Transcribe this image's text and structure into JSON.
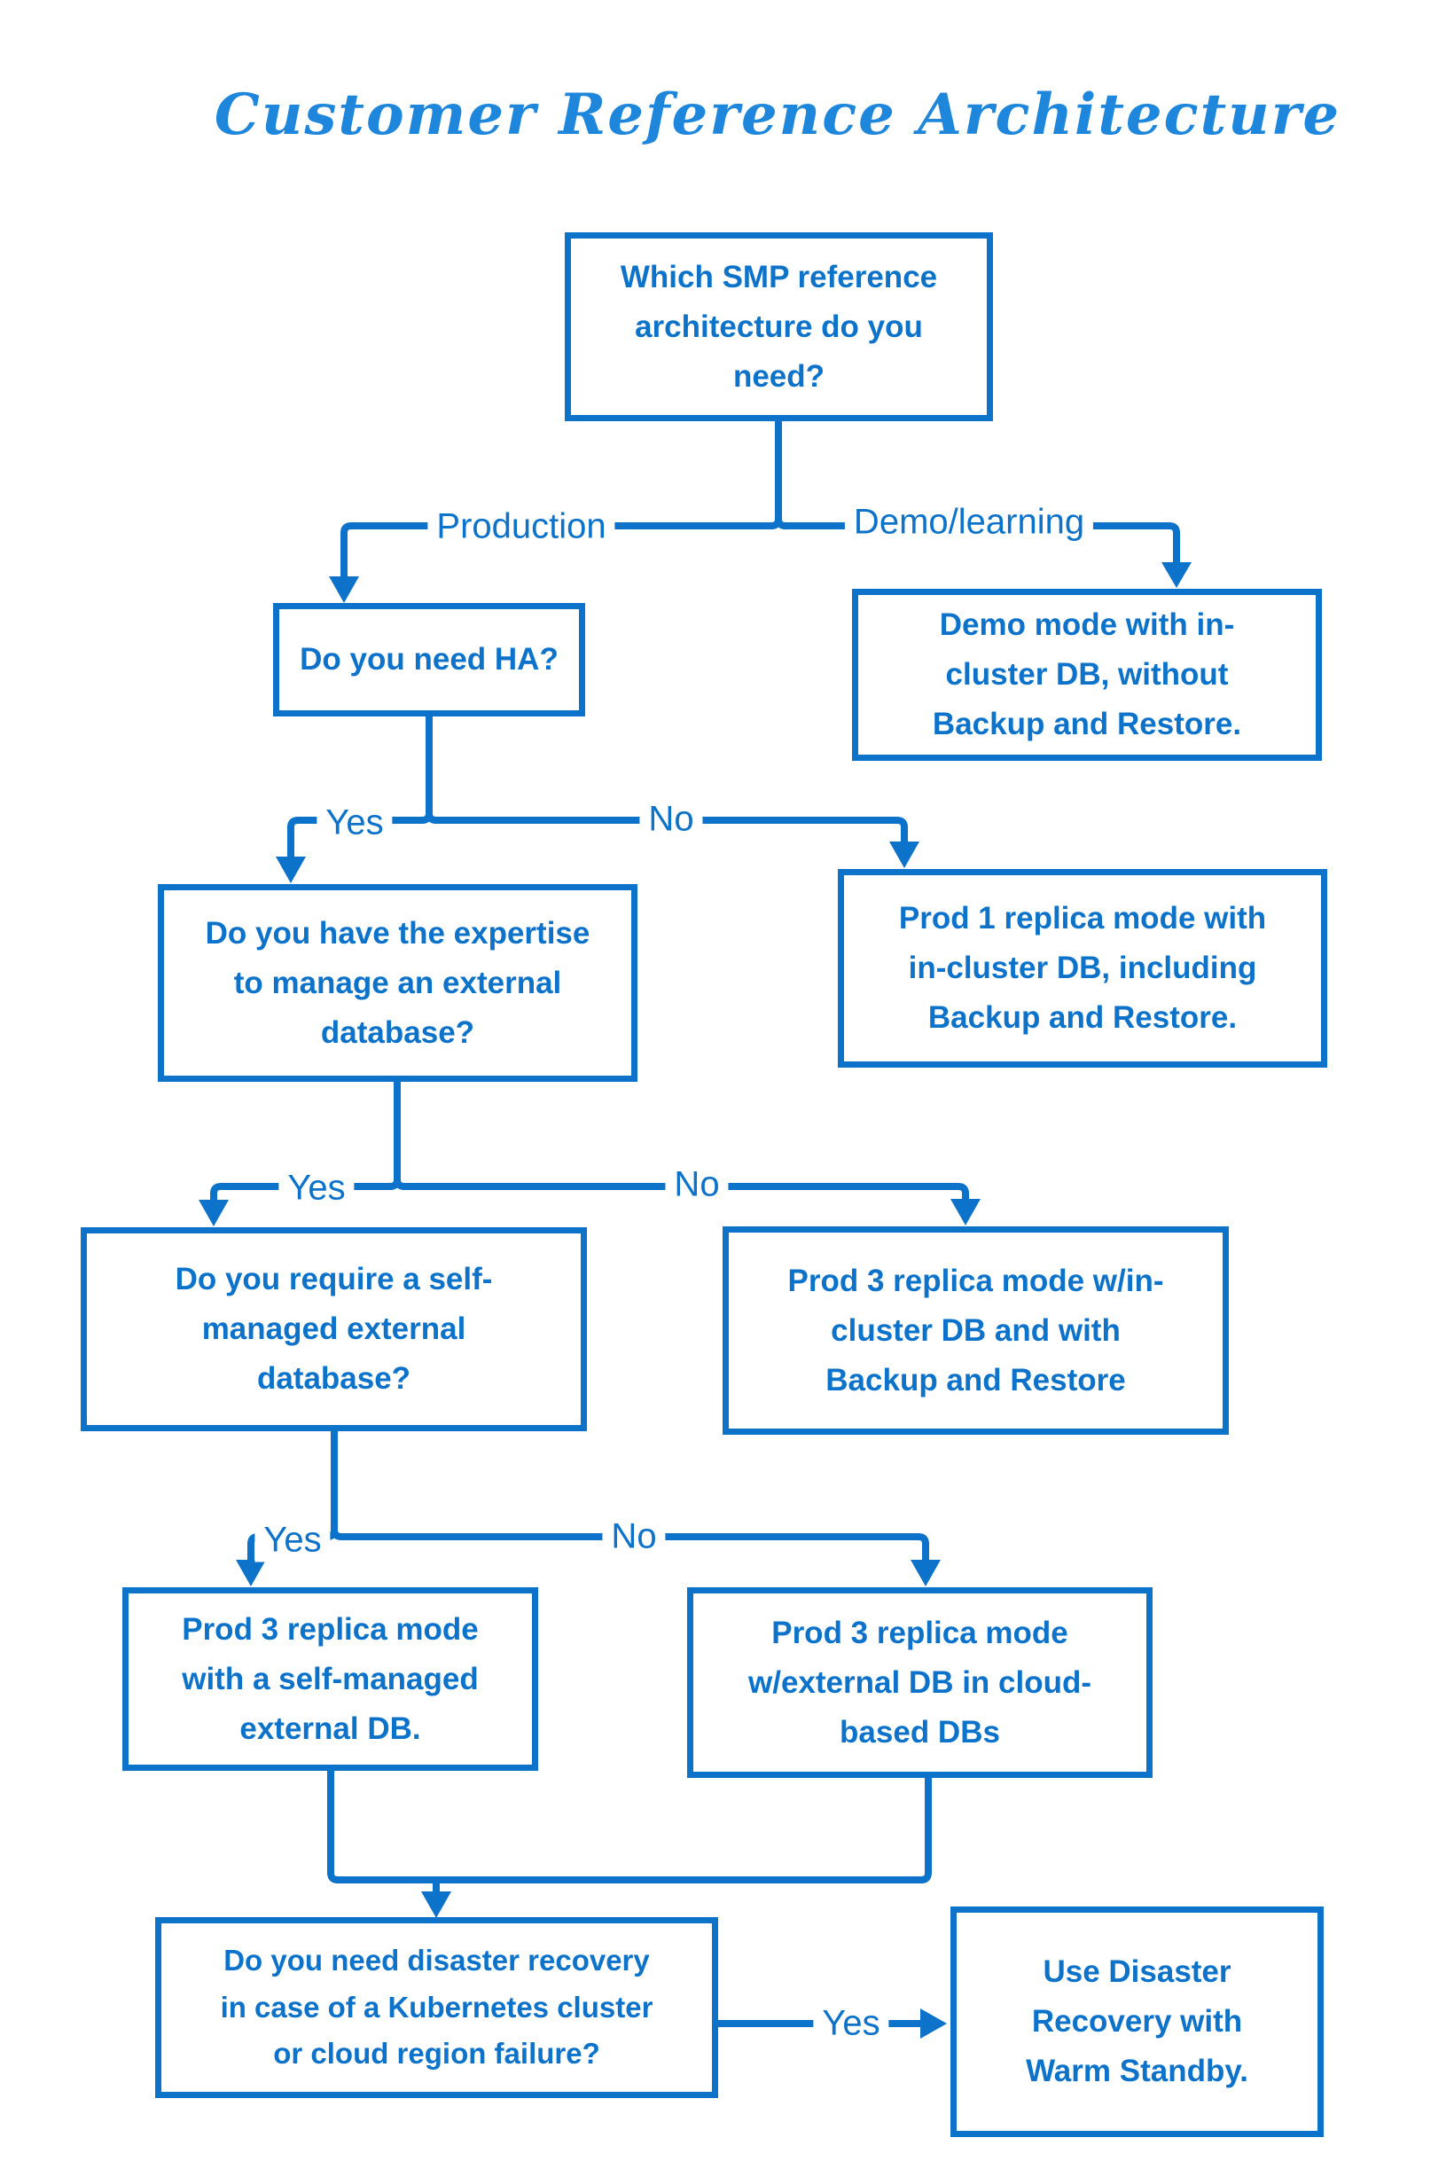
{
  "title": "Customer Reference Architecture",
  "colors": {
    "accent": "#0d72c9",
    "title": "#1e86db",
    "background": "#ffffff"
  },
  "nodes": {
    "root_question": [
      "Which SMP reference",
      "architecture do you",
      "need?"
    ],
    "ha_question": [
      "Do you need HA?"
    ],
    "demo_result": [
      "Demo mode with in-",
      "cluster DB, without",
      "Backup and Restore."
    ],
    "expertise_question": [
      "Do you have the expertise",
      "to manage an external",
      "database?"
    ],
    "prod1_result": [
      "Prod 1 replica mode with",
      "in-cluster DB, including",
      "Backup and Restore."
    ],
    "selfmanaged_question": [
      "Do you require a self-",
      "managed external",
      "database?"
    ],
    "prod3_incluster_result": [
      "Prod 3 replica mode w/in-",
      "cluster DB and with",
      "Backup and Restore"
    ],
    "prod3_selfmanaged_result": [
      "Prod 3 replica mode",
      "with a self-managed",
      "external DB."
    ],
    "prod3_cloud_result": [
      "Prod 3 replica mode",
      "w/external DB in cloud-",
      "based DBs"
    ],
    "dr_question": [
      "Do you need disaster recovery",
      "in case of a Kubernetes cluster",
      "or cloud region failure?"
    ],
    "dr_result": [
      "Use Disaster",
      "Recovery with",
      "Warm Standby."
    ]
  },
  "edge_labels": {
    "production": "Production",
    "demo_learning": "Demo/learning",
    "ha_yes": "Yes",
    "ha_no": "No",
    "expertise_yes": "Yes",
    "expertise_no": "No",
    "selfmanaged_yes": "Yes",
    "selfmanaged_no": "No",
    "dr_yes": "Yes"
  }
}
